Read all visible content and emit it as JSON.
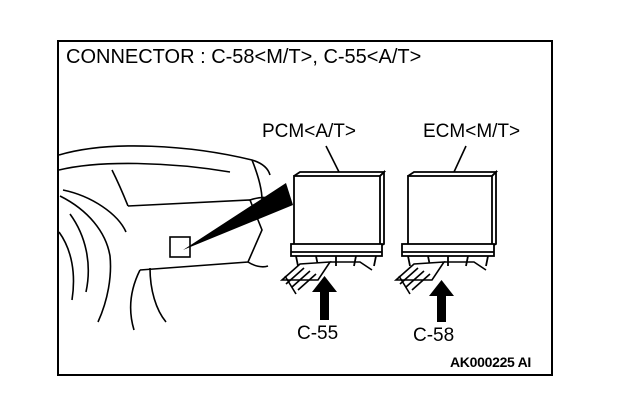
{
  "header": {
    "title": "CONNECTOR : C-58<M/T>, C-55<A/T>"
  },
  "units": {
    "pcm_label": "PCM<A/T>",
    "ecm_label": "ECM<M/T>"
  },
  "connectors": {
    "c55_label": "C-55",
    "c58_label": "C-58"
  },
  "footer": {
    "figure_code": "AK000225 AI"
  }
}
